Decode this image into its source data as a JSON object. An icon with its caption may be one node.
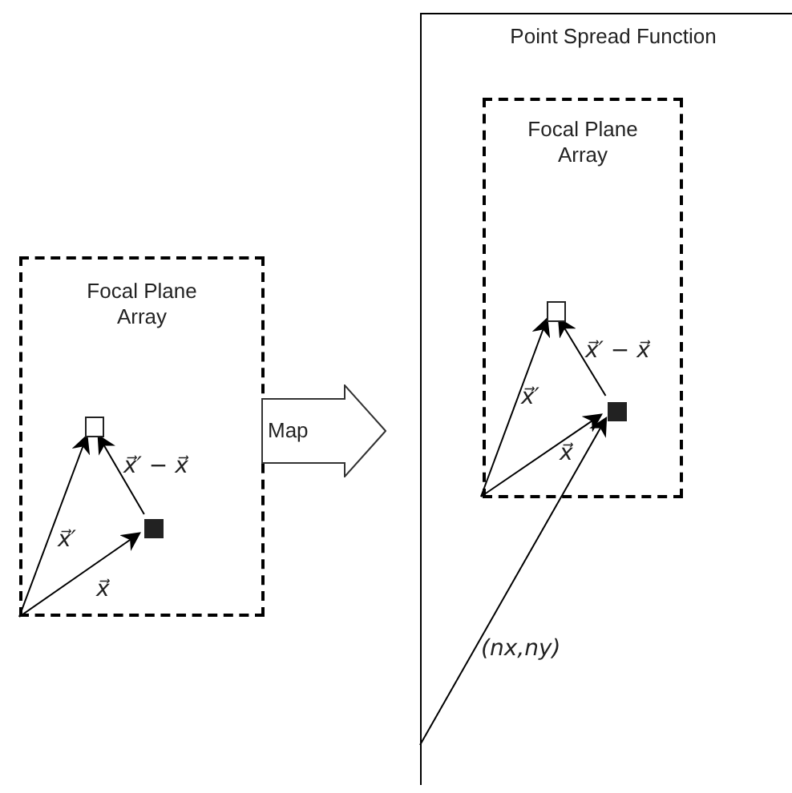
{
  "diagram": {
    "nodes": [
      {
        "text": [
          "Focal Plane Array"
        ]
      },
      {
        "text": [],
        "shape": "box",
        "in": 0
      },
      {
        "text": [],
        "shape": "box",
        "in": 0
      },
      {
        "text": [
          "Map"
        ]
      },
      {
        "text": [
          "Point Spread Function"
        ]
      },
      {
        "text": [
          "Focal Plane Array"
        ],
        "in": 4
      },
      {
        "text": [],
        "shape": "box",
        "in": 5
      },
      {
        "text": [],
        "shape": "box",
        "in": 5
      }
    ],
    "edges": [
      {
        "from": null,
        "to": 1,
        "arrow": "to",
        "label": "x⃗′"
      },
      {
        "from": null,
        "to": 2,
        "arrow": "to",
        "label": "x⃗"
      },
      {
        "from": 2,
        "to": 1,
        "arrow": "to",
        "label": "x⃗′ − x⃗"
      },
      {
        "from": null,
        "to": 6,
        "arrow": "to",
        "label": "x⃗′"
      },
      {
        "from": null,
        "to": 7,
        "arrow": "to",
        "label": "x⃗"
      },
      {
        "from": 7,
        "to": 6,
        "arrow": "to",
        "label": "x⃗′ − x⃗"
      },
      {
        "from": null,
        "to": 7,
        "arrow": "to",
        "label": "(nx,ny)"
      }
    ]
  }
}
